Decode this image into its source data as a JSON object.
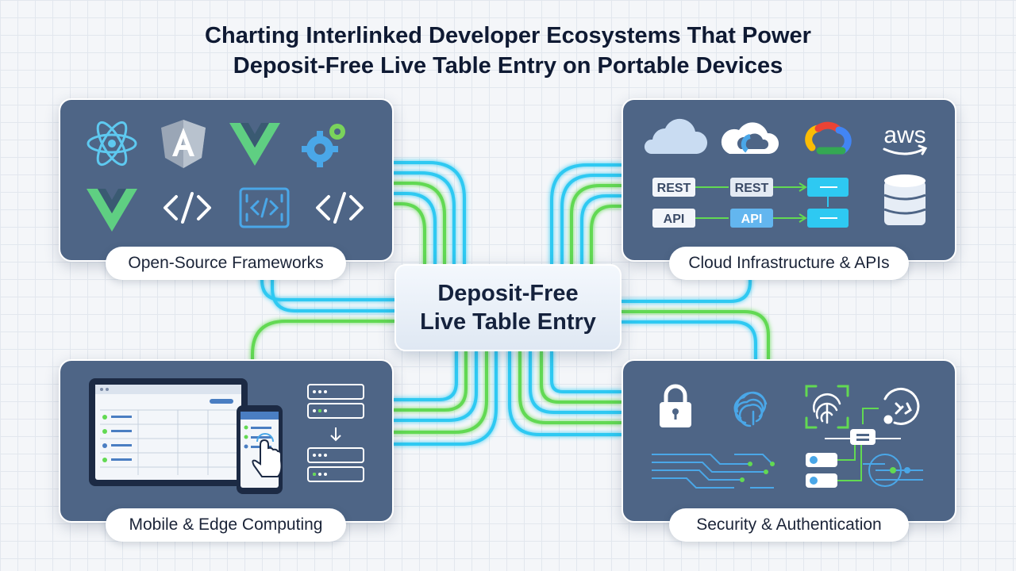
{
  "title": {
    "line1": "Charting Interlinked Developer Ecosystems That Power",
    "line2": "Deposit-Free Live Table Entry on Portable Devices"
  },
  "hub": {
    "line1": "Deposit-Free",
    "line2": "Live Table Entry"
  },
  "panels": {
    "frameworks": {
      "label": "Open-Source Frameworks",
      "icons": [
        "react-icon",
        "angular-icon",
        "vue-icon",
        "gears-icon",
        "vue-icon",
        "code-brackets-icon",
        "code-box-icon",
        "code-brackets-icon"
      ]
    },
    "cloud": {
      "label": "Cloud Infrastructure & APIs",
      "icons": [
        "cloud-icon",
        "google-cloud-icon",
        "google-cloud-color-icon",
        "aws-icon",
        "database-icon"
      ],
      "aws_text": "aws",
      "rest_left": "REST",
      "rest_right": "REST",
      "api_left": "API",
      "api_right": "API"
    },
    "mobile": {
      "label": "Mobile & Edge Computing",
      "icons": [
        "tablet-icon",
        "phone-icon",
        "touch-hand-icon",
        "server-stack-icon",
        "arrow-down-icon"
      ]
    },
    "security": {
      "label": "Security & Authentication",
      "icons": [
        "padlock-icon",
        "fingerprint-icon",
        "fingerprint-scan-icon",
        "face-id-icon",
        "circuit-icon"
      ]
    }
  },
  "colors": {
    "panel": "#4e6586",
    "cyan": "#2ec9f2",
    "green": "#62d952",
    "title": "#0f1a33"
  }
}
